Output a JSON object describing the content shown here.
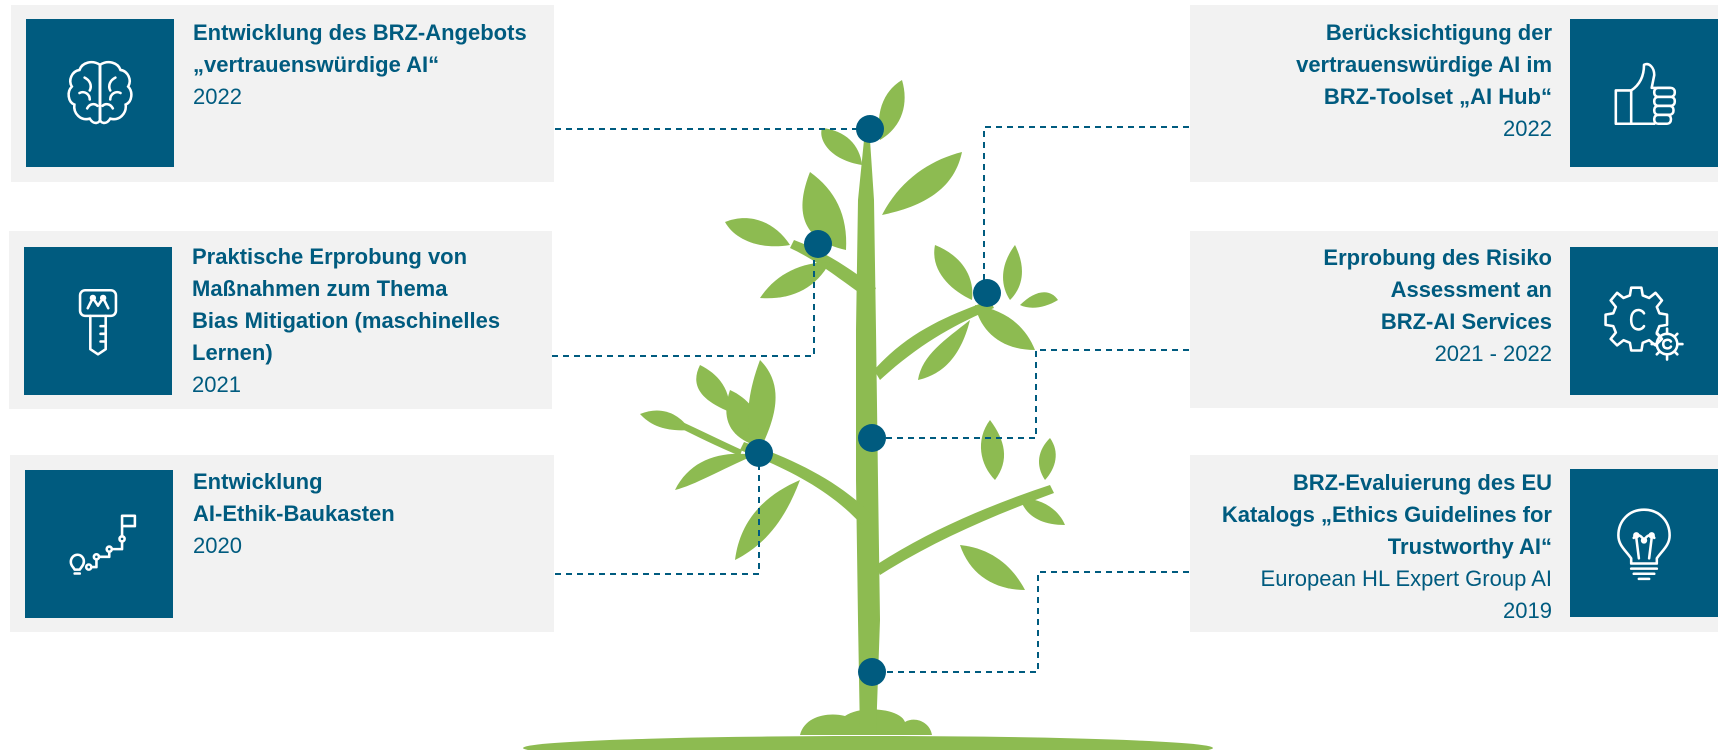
{
  "colors": {
    "accent": "#005b7f",
    "leaf": "#8dbb51",
    "card": "#f2f2f2"
  },
  "milestones": [
    {
      "title": "Entwicklung des BRZ-Angebots\n„vertrauenswürdige AI“",
      "sub": "2022",
      "icon": "brain-icon"
    },
    {
      "title": "Praktische Erprobung von\nMaßnahmen zum Thema\nBias Mitigation (maschinelles\nLernen)",
      "sub": "2021",
      "icon": "key-icon"
    },
    {
      "title": "Entwicklung\nAI-Ethik-Baukasten",
      "sub": "2020",
      "icon": "idea-path-icon"
    },
    {
      "title": "Berücksichtigung der\nvertrauenswürdige AI im\nBRZ-Toolset „AI Hub“",
      "sub": "2022",
      "icon": "thumbs-up-icon"
    },
    {
      "title": "Erprobung des Risiko\nAssessment an\nBRZ-AI Services",
      "sub": "2021 - 2022",
      "icon": "gears-icon"
    },
    {
      "title": "BRZ-Evaluierung des EU\nKatalogs „Ethics Guidelines for\nTrustworthy AI“",
      "sub": "European HL Expert Group AI\n2019",
      "icon": "lightbulb-icon"
    }
  ]
}
